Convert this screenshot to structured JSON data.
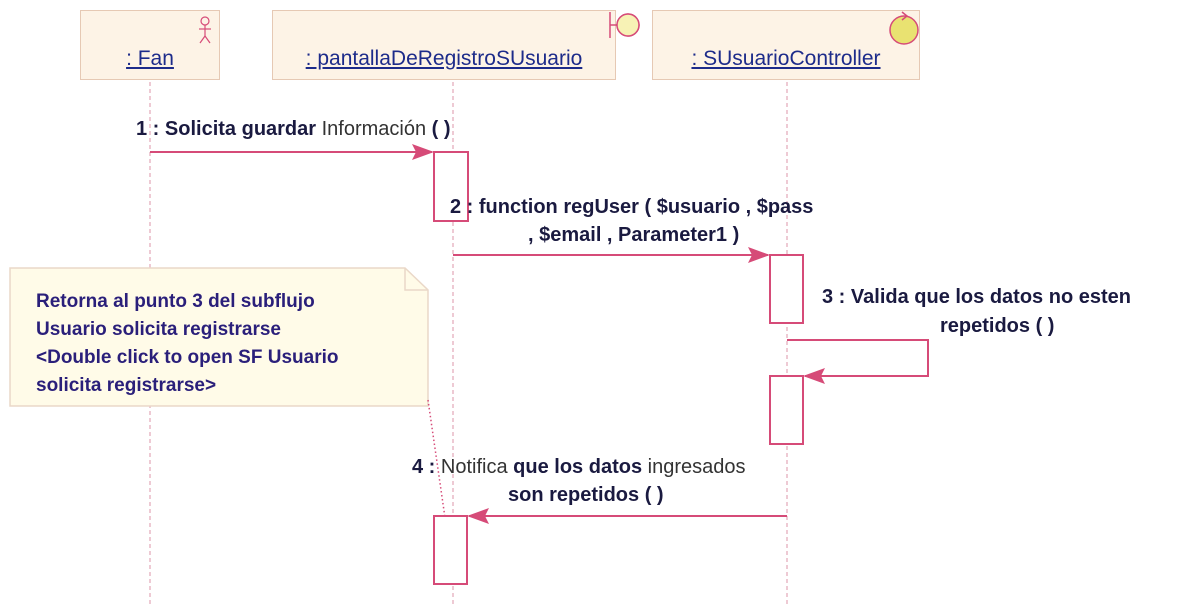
{
  "lifelines": [
    {
      "label": ": Fan",
      "kind": "actor"
    },
    {
      "label": ": pantallaDeRegistroSUsuario",
      "kind": "boundary"
    },
    {
      "label": ": SUsuarioController",
      "kind": "control"
    }
  ],
  "messages": [
    {
      "num": "1",
      "sep": " : ",
      "bold1": "Solicita guardar ",
      "light1": "Información",
      "tail": " (  )"
    },
    {
      "num": "2",
      "line1": " : function regUser ( $usuario , $pass",
      "line2": ", $email , Parameter1 )"
    },
    {
      "num": "3",
      "line1": "3 : Valida que los datos no esten",
      "line2": "repetidos (  )"
    },
    {
      "num": "4",
      "sep": " : ",
      "light1": "Notifica",
      "bold1": " que los datos ",
      "light2": "ingresados",
      "line2": "son repetidos (  )"
    }
  ],
  "note": {
    "lines": [
      "Retorna al punto 3 del subflujo",
      "Usuario solicita registrarse",
      "<Double click to open SF Usuario",
      "solicita registrarse>"
    ]
  },
  "colors": {
    "line": "#d64b78",
    "lifeline": "#e9b8c6",
    "head_fill": "#fdf3e6",
    "note_fill": "#fffbe8",
    "icon": "#e9e271"
  }
}
